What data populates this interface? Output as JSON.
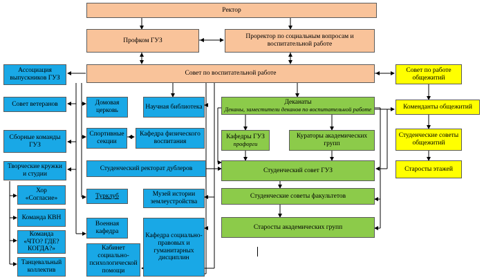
{
  "diagram": {
    "nodes": {
      "rector": "Ректор",
      "profkom": "Профком ГУЗ",
      "prorector": "Проректор по социальным вопросам и воспитательной работе",
      "council_edu": "Совет по воспитательной работе",
      "assoc_grad": "Ассоциация выпускников ГУЗ",
      "veterans": "Совет ветеранов",
      "sport_teams": "Сборные команды ГУЗ",
      "creative": "Творческие кружки и студии",
      "choir": "Хор «Согласие»",
      "kvn": "Команда КВН",
      "chgk": "Команда «ЧТО? ГДЕ? КОГДА?»",
      "dance": "Танцевальный коллектив",
      "church": "Домовая церковь",
      "library": "Научная библиотека",
      "sport_sections": "Спортивные секции",
      "pe_dept": "Кафедра физического воспитания",
      "student_rectorate": "Студенческий ректорат дублеров",
      "turclub": "Турклуб",
      "museum": "Музей истории землеустройства",
      "military": "Военная кафедра",
      "psych": "Кабинет социально-психологической помощи",
      "social_dept": "Кафедра социально-правовых и гуманитарных дисциплин",
      "deans": "Деканаты",
      "deans_sub": "Деканы, заместители деканов по воспитательной работе",
      "chairs": "Кафедры ГУЗ",
      "chairs_sub": "профорги",
      "curators": "Кураторы академических групп",
      "student_council": "Студенческий совет ГУЗ",
      "faculty_councils": "Студенческие советы факультетов",
      "group_heads": "Старосты академических групп",
      "dorm_council": "Совет по работе общежитий",
      "dorm_commandants": "Коменданты общежитий",
      "dorm_student_councils": "Студенческие советы общежитий",
      "floor_heads": "Старосты этажей"
    }
  }
}
